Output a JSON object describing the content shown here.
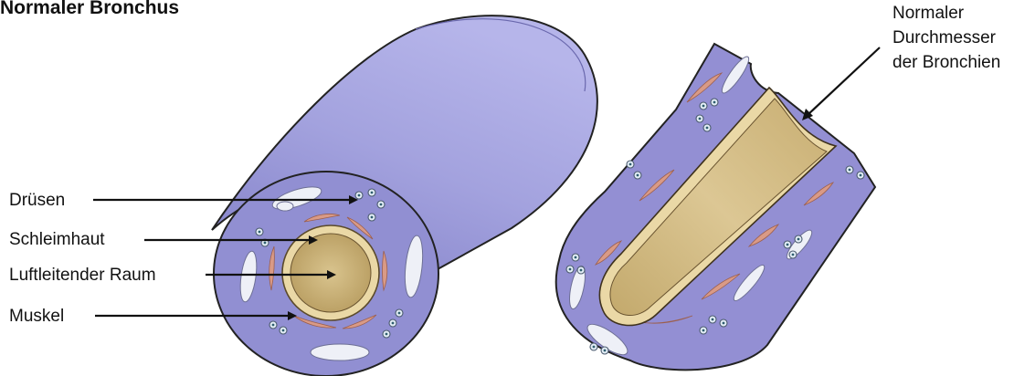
{
  "title": "Normaler Bronchus",
  "labels": {
    "druesen": "Drüsen",
    "schleimhaut": "Schleimhaut",
    "luftraum": "Luftleitender Raum",
    "muskel": "Muskel"
  },
  "diameter_label": {
    "line1": "Normaler",
    "line2": "Durchmesser",
    "line3": "der Bronchien"
  },
  "colors": {
    "tube_wall": "#9a98d6",
    "tube_highlight": "#b3b2e6",
    "tissue": "#8f8dcf",
    "mucosa": "#e9d6a4",
    "lumen": "#cdb47c",
    "muscle": "#d99a86",
    "vessel": "#eef0f7",
    "gland": "#e3edf6"
  }
}
